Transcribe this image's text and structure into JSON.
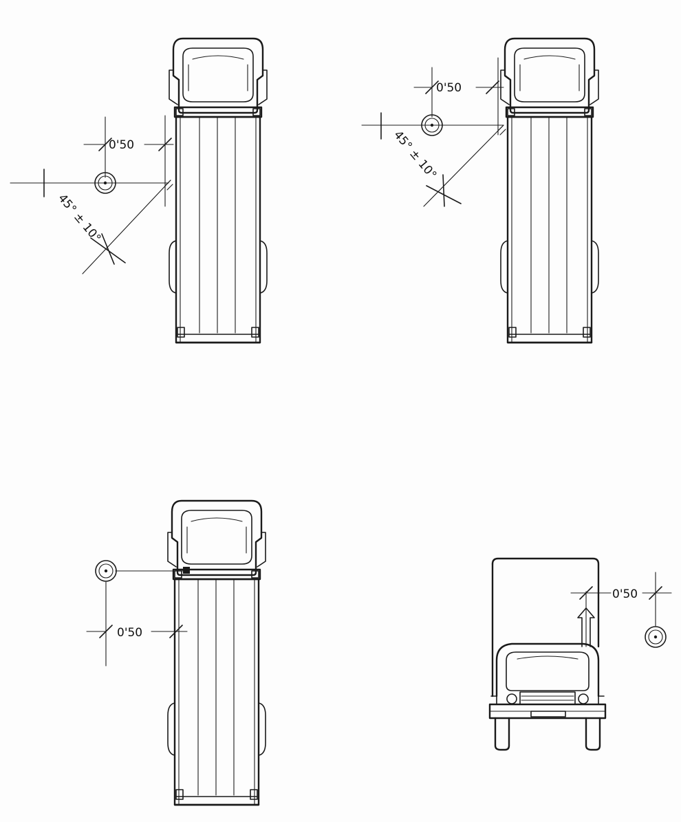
{
  "ink_color": "#1a1a1a",
  "paper_color": "#fdfdfd",
  "diagrams": [
    {
      "view": "top",
      "dimension_label": "0'50",
      "angle_label": "45° ± 10°"
    },
    {
      "view": "top",
      "dimension_label": "0'50",
      "angle_label": "45° ± 10°"
    },
    {
      "view": "top",
      "dimension_label": "0'50"
    },
    {
      "view": "front",
      "dimension_label": "0'50"
    }
  ]
}
